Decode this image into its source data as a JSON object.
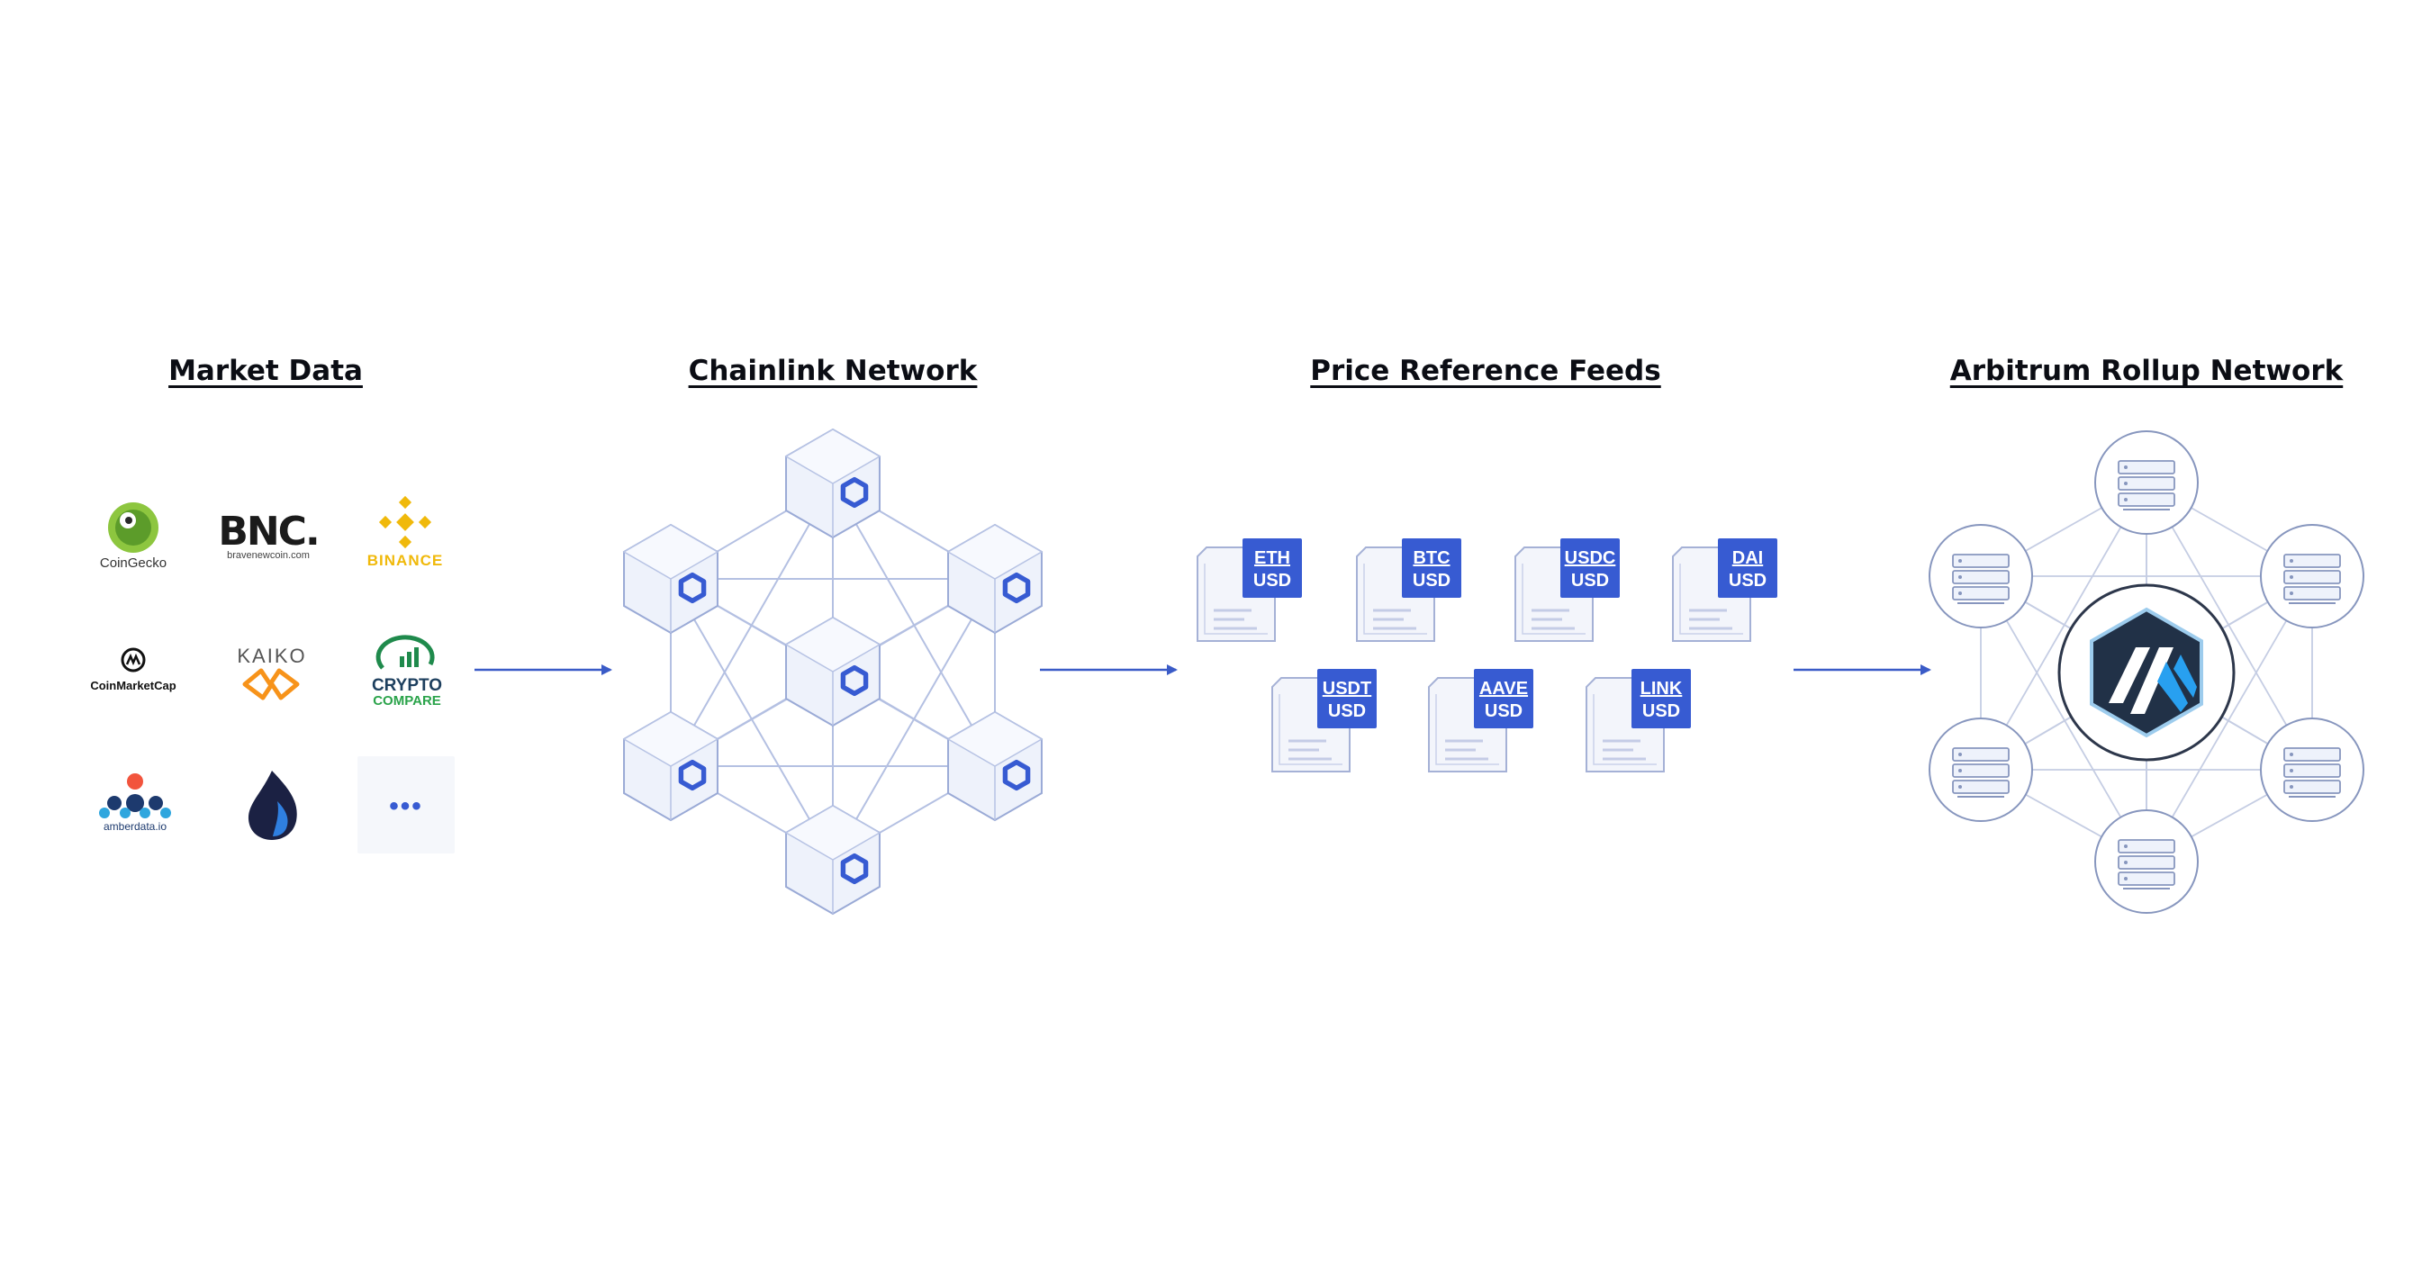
{
  "sections": {
    "market_data": "Market Data",
    "chainlink_network": "Chainlink Network",
    "price_feeds": "Price Reference Feeds",
    "arbitrum": "Arbitrum Rollup Network"
  },
  "market_logos": [
    {
      "name": "CoinGecko",
      "text": "CoinGecko",
      "icon": "gecko-icon"
    },
    {
      "name": "BNC",
      "text": "BNC.",
      "sub": "bravenewcoin.com",
      "icon": "bnc-icon"
    },
    {
      "name": "Binance",
      "text": "BINANCE",
      "icon": "binance-icon"
    },
    {
      "name": "CoinMarketCap",
      "text": "CoinMarketCap",
      "icon": "coinmarketcap-icon"
    },
    {
      "name": "Kaiko",
      "text": "KAIKO",
      "icon": "kaiko-icon"
    },
    {
      "name": "CryptoCompare",
      "text": "CRYPTO",
      "sub": "COMPARE",
      "icon": "cryptocompare-icon"
    },
    {
      "name": "Amberdata",
      "text": "amberdata.io",
      "icon": "amberdata-icon"
    },
    {
      "name": "Huobi",
      "icon": "huobi-flame-icon"
    },
    {
      "name": "More",
      "text": "•••",
      "icon": "more-icon"
    }
  ],
  "feeds": [
    {
      "base": "ETH",
      "quote": "USD"
    },
    {
      "base": "BTC",
      "quote": "USD"
    },
    {
      "base": "USDC",
      "quote": "USD"
    },
    {
      "base": "DAI",
      "quote": "USD"
    },
    {
      "base": "USDT",
      "quote": "USD"
    },
    {
      "base": "AAVE",
      "quote": "USD"
    },
    {
      "base": "LINK",
      "quote": "USD"
    }
  ],
  "colors": {
    "chainlink_blue": "#375bd2",
    "arrow": "#3a5bc7",
    "line_light": "#b9c3df",
    "hex_fill": "#f1f4fc",
    "arbitrum_dark": "#2d374b",
    "arbitrum_blue": "#28a0f0"
  }
}
